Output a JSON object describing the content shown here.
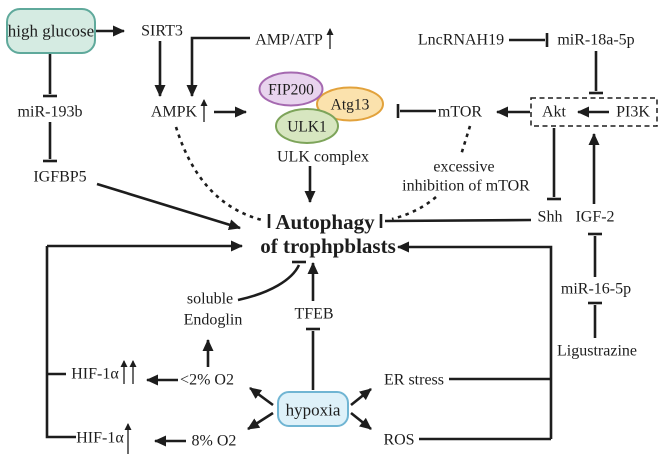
{
  "figure": {
    "name": "Trophoblast autophagy signaling pathway diagram",
    "background": "#ffffff"
  },
  "colors": {
    "ink": "#1d1d1d",
    "accent_red": "#ad1a21",
    "high_glucose_fill": "#d5ebe2",
    "high_glucose_stroke": "#5fa99b",
    "hypoxia_fill": "#def1f9",
    "hypoxia_stroke": "#70b5d3",
    "fip200_fill": "#e8d4ee",
    "fip200_stroke": "#a569b0",
    "atg13_fill": "#fbe2ad",
    "atg13_stroke": "#e2a23c",
    "ulk1_fill": "#d7e6c0",
    "ulk1_stroke": "#7da45a"
  },
  "center": {
    "line1": "Autophagy",
    "line2": "of trophpblasts"
  },
  "nodes": {
    "high_glucose": "high glucose",
    "sirt3": "SIRT3",
    "amp_atp": "AMP/ATP",
    "lncrna_h19": "LncRNAH19",
    "mir_18a_5p": "miR-18a-5p",
    "mir_193b": "miR-193b",
    "ampk": "AMPK",
    "fip200": "FIP200",
    "atg13": "Atg13",
    "ulk1": "ULK1",
    "ulk_complex": "ULK complex",
    "mtor": "mTOR",
    "akt": "Akt",
    "pi3k": "PI3K",
    "igfbp5": "IGFBP5",
    "excessive_line1": "excessive",
    "excessive_line2": "inhibition of mTOR",
    "shh": "Shh",
    "igf2": "IGF-2",
    "mir_16_5p": "miR-16-5p",
    "ligustrazine": "Ligustrazine",
    "soluble_line1": "soluble",
    "soluble_line2": "Endoglin",
    "tfeb": "TFEB",
    "hif1a_severe": "HIF-1α",
    "hif1a_mild": "HIF-1α",
    "o2_lt2": "<2% O2",
    "o2_8": "8% O2",
    "hypoxia": "hypoxia",
    "er_stress": "ER stress",
    "ros": "ROS"
  },
  "icons": {
    "up_arrow": "↑",
    "arrowhead": "filled black triangle",
    "inhibition": "T-bar"
  }
}
